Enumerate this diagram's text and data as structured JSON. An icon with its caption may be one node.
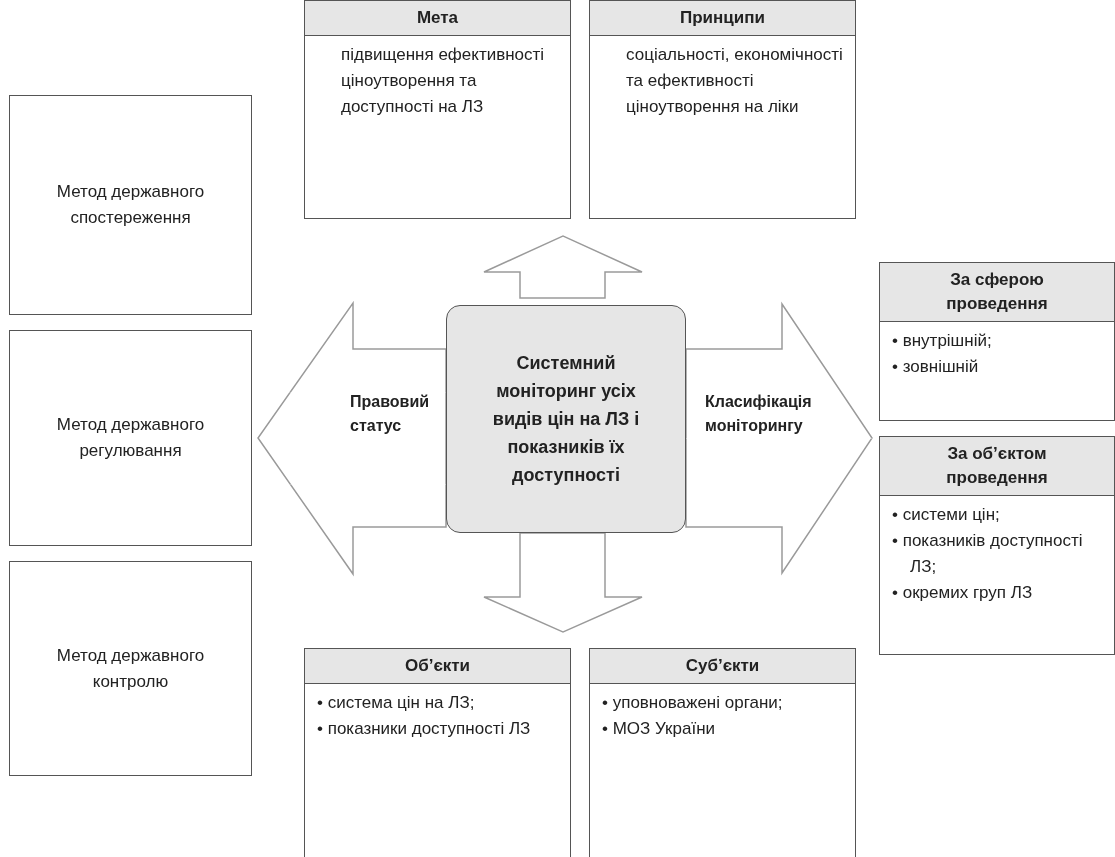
{
  "diagram": {
    "nodes": [
      {
        "text": [
          "Системний моніторинг усіх видів цін на ЛЗ і показників їх доступності"
        ]
      },
      {
        "text": [
          "Мета",
          "підвищення ефективності ціноутворення та доступності на ЛЗ"
        ]
      },
      {
        "text": [
          "Принципи",
          "соціальності, економічності та ефективності ціноутворення на ліки"
        ]
      },
      {
        "text": [
          "Метод державного спостереження"
        ]
      },
      {
        "text": [
          "Метод державного регулювання"
        ]
      },
      {
        "text": [
          "Метод державного контролю"
        ]
      },
      {
        "text": [
          "За сферою проведення",
          "• внутрішній;",
          "• зовнішній"
        ]
      },
      {
        "text": [
          "За об’єктом проведення",
          "• системи цін;",
          "• показників доступності ЛЗ;",
          "• окремих груп ЛЗ"
        ]
      },
      {
        "text": [
          "Об’єкти",
          "• система цін на ЛЗ;",
          "• показники доступності ЛЗ"
        ]
      },
      {
        "text": [
          "Суб’єкти",
          "• уповноважені органи;",
          "• МОЗ України"
        ]
      }
    ],
    "edges": [
      {
        "from": 0,
        "to": 1,
        "arrow": "to"
      },
      {
        "from": 0,
        "to": 2,
        "arrow": "to"
      },
      {
        "from": 0,
        "to": 3,
        "arrow": "to"
      },
      {
        "from": 0,
        "to": 4,
        "arrow": "to",
        "label": "Правовий статус"
      },
      {
        "from": 0,
        "to": 5,
        "arrow": "to"
      },
      {
        "from": 0,
        "to": 6,
        "arrow": "to",
        "label": "Класифікація моніторингу"
      },
      {
        "from": 0,
        "to": 7,
        "arrow": "to"
      },
      {
        "from": 0,
        "to": 8,
        "arrow": "to"
      },
      {
        "from": 0,
        "to": 9,
        "arrow": "to"
      }
    ]
  }
}
